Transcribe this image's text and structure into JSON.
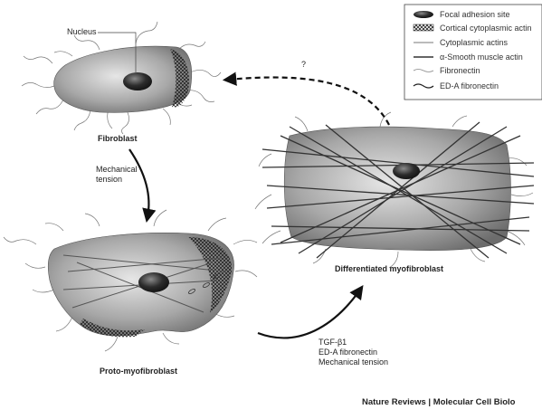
{
  "legend": {
    "items": [
      {
        "key": "focal-adhesion",
        "label": "Focal adhesion site"
      },
      {
        "key": "cortical-actin",
        "label": "Cortical cytoplasmic actin"
      },
      {
        "key": "cytoplasmic-actins",
        "label": "Cytoplasmic actins"
      },
      {
        "key": "smooth-muscle-actin",
        "label": "α-Smooth muscle actin"
      },
      {
        "key": "fibronectin",
        "label": "Fibronectin"
      },
      {
        "key": "eda-fibronectin",
        "label": "ED-A fibronectin"
      }
    ]
  },
  "labels": {
    "nucleus": "Nucleus",
    "fibroblast": "Fibroblast",
    "mechanical_tension_1": "Mechanical",
    "mechanical_tension_2": "tension",
    "question": "?",
    "differentiated": "Differentiated myofibroblast",
    "proto": "Proto-myofibroblast",
    "tgf_1": "TGF-β1",
    "tgf_2": "ED-A fibronectin",
    "tgf_3": "Mechanical tension"
  },
  "footer": "Nature Reviews | Molecular Cell Biolo",
  "colors": {
    "cell_fill": "#a9a9a9",
    "nucleus": "#2c2c2c",
    "arrow": "#111111"
  }
}
